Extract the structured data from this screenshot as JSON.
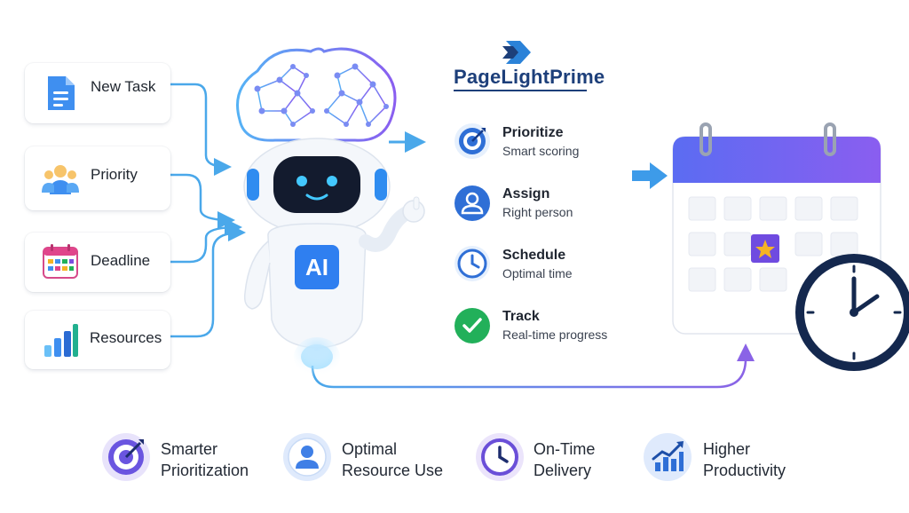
{
  "inputs": [
    {
      "label": "New Task",
      "icon": "document-icon"
    },
    {
      "label": "Priority",
      "icon": "people-icon"
    },
    {
      "label": "Deadline",
      "icon": "calendar-grid-icon"
    },
    {
      "label": "Resources",
      "icon": "bar-chart-icon"
    }
  ],
  "robot": {
    "chest_label": "AI"
  },
  "brand": {
    "name": "PageLightPrime"
  },
  "steps": [
    {
      "title": "Prioritize",
      "subtitle": "Smart scoring",
      "icon": "target-icon",
      "color": "#2f6fd6"
    },
    {
      "title": "Assign",
      "subtitle": "Right person",
      "icon": "person-icon",
      "color": "#2f6fd6"
    },
    {
      "title": "Schedule",
      "subtitle": "Optimal time",
      "icon": "clock-icon",
      "color": "#2f6fd6"
    },
    {
      "title": "Track",
      "subtitle": "Real-time progress",
      "icon": "check-icon",
      "color": "#22b05a"
    }
  ],
  "benefits": [
    {
      "line1": "Smarter",
      "line2": "Prioritization",
      "icon": "target-icon"
    },
    {
      "line1": "Optimal",
      "line2": "Resource Use",
      "icon": "person-icon"
    },
    {
      "line1": "On-Time",
      "line2": "Delivery",
      "icon": "clock-icon"
    },
    {
      "line1": "Higher",
      "line2": "Productivity",
      "icon": "growth-chart-icon"
    }
  ],
  "colors": {
    "flow": "#4aa8ea",
    "accent_blue": "#2f6fd6",
    "accent_purple": "#7b4fe0",
    "calendar_header": "#6a5cf0",
    "star": "#f5b324",
    "check_green": "#22b05a"
  }
}
